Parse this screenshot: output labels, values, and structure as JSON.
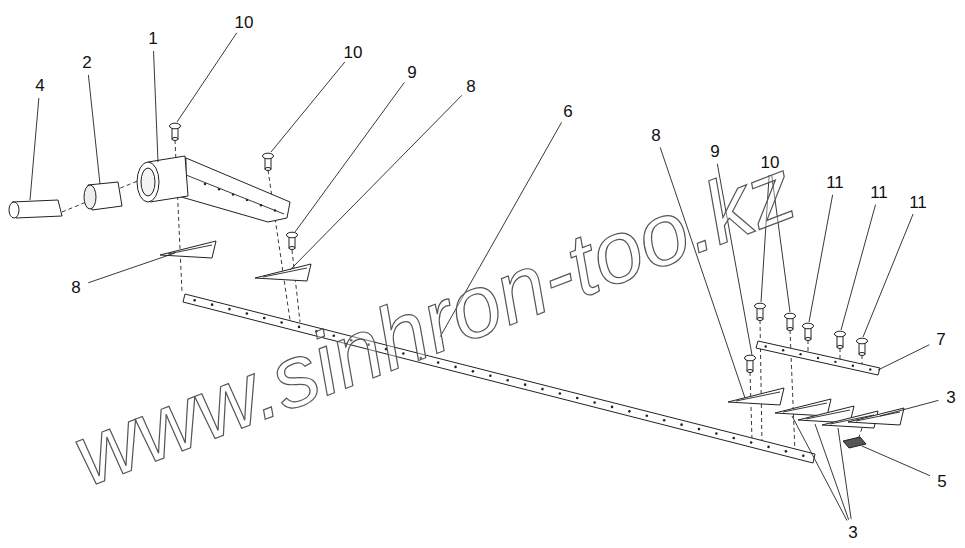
{
  "diagram": {
    "labels": [
      "4",
      "2",
      "1",
      "10",
      "10",
      "9",
      "8",
      "6",
      "8",
      "8",
      "9",
      "10",
      "11",
      "11",
      "11",
      "7",
      "3",
      "5",
      "3",
      "www.sinhron-too.kz"
    ]
  }
}
